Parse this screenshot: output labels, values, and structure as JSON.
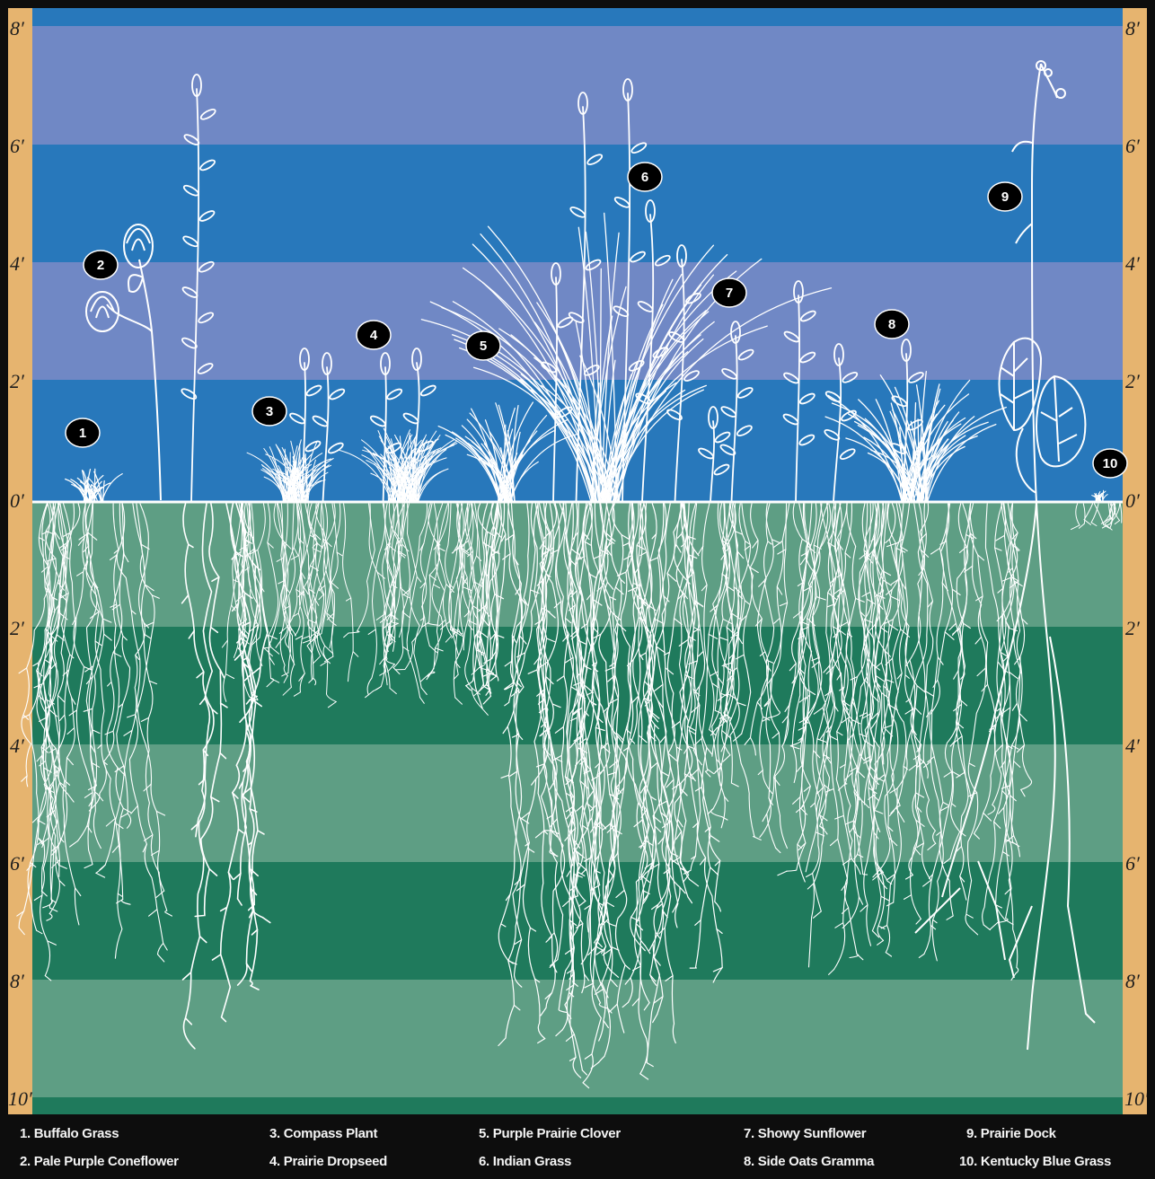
{
  "ruler": {
    "left": [
      "8′",
      "6′",
      "4′",
      "2′",
      "0′",
      "2′",
      "4′",
      "6′",
      "8′",
      "10′"
    ],
    "right": [
      "8′",
      "6′",
      "4′",
      "2′",
      "0′",
      "2′",
      "4′",
      "6′",
      "8′",
      "10′"
    ]
  },
  "markers": [
    "1",
    "2",
    "3",
    "4",
    "5",
    "6",
    "7",
    "8",
    "9",
    "10"
  ],
  "legend": [
    "1. Buffalo Grass",
    "2. Pale Purple Coneflower",
    "3. Compass Plant",
    "4. Prairie Dropseed",
    "5. Purple Prairie Clover",
    "6. Indian Grass",
    "7. Showy Sunflower",
    "8. Side Oats Gramma",
    "9. Prairie Dock",
    "10. Kentucky Blue Grass"
  ],
  "colors": {
    "ruler": "#e6b46f",
    "sky_dark": "#2878bb",
    "sky_light": "#7088c5",
    "soil_light": "#5e9e84",
    "soil_dark": "#1f7a5c",
    "drawing": "#ffffff",
    "legend_bg": "#0d0d0d"
  },
  "icons": [
    "plant-illustration",
    "root-illustration",
    "number-marker"
  ]
}
